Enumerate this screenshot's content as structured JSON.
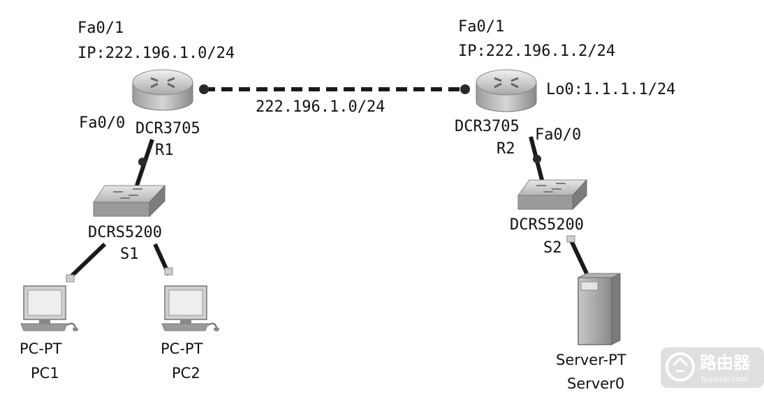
{
  "labels": {
    "r1_fa01": "Fa0/1",
    "r1_ip": "IP:222.196.1.0/24",
    "r2_fa01": "Fa0/1",
    "r2_ip": "IP:222.196.1.2/24",
    "r2_lo0": "Lo0:1.1.1.1/24",
    "link_net": "222.196.1.0/24",
    "r1_fa00": "Fa0/0",
    "r2_fa00": "Fa0/0"
  },
  "devices": {
    "r1": {
      "model": "DCR3705",
      "name": "R1"
    },
    "r2": {
      "model": "DCR3705",
      "name": "R2"
    },
    "s1": {
      "model": "DCRS5200",
      "name": "S1"
    },
    "s2": {
      "model": "DCRS5200",
      "name": "S2"
    },
    "pc1": {
      "model": "PC-PT",
      "name": "PC1"
    },
    "pc2": {
      "model": "PC-PT",
      "name": "PC2"
    },
    "server0": {
      "model": "Server-PT",
      "name": "Server0"
    }
  },
  "watermark": {
    "brand": "路由器",
    "site": "luyouqi.com"
  },
  "colors": {
    "cable": "#1a1a1a",
    "device_gray": "#9a9a9a",
    "watermark_bg": "#d9d9d9"
  }
}
